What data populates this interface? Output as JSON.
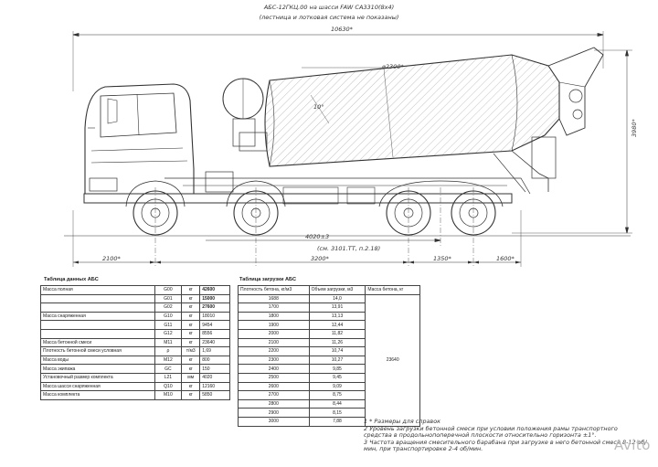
{
  "header": {
    "title": "АБС-12ГКЦ.00 на шасси FAW CA3310(8х4)",
    "subtitle": "(лестница и лотковая система не показаны)"
  },
  "dimensions": {
    "overall_length": "10630*",
    "drum_diameter": "⌀2300*",
    "drum_angle": "10°",
    "height": "3980*",
    "wheelbase": "4020±3",
    "wheelbase_note": "(см. 3101.ТТ, п.2.18)",
    "front_overhang": "2100*",
    "axle_span_1": "3200*",
    "axle_span_2": "1350*",
    "rear_overhang": "1600*"
  },
  "table1": {
    "caption": "Таблица данных АБС",
    "rows": [
      {
        "name": "Масса полная",
        "code": "G00",
        "unit": "кг",
        "value": "42600",
        "bold": true
      },
      {
        "name": "",
        "code": "G01",
        "unit": "кг",
        "value": "15000",
        "bold": true
      },
      {
        "name": "",
        "code": "G02",
        "unit": "кг",
        "value": "27600",
        "bold": true
      },
      {
        "name": "Масса снаряженная",
        "code": "G10",
        "unit": "кг",
        "value": "18010",
        "bold": false
      },
      {
        "name": "",
        "code": "G11",
        "unit": "кг",
        "value": "9454",
        "bold": false
      },
      {
        "name": "",
        "code": "G12",
        "unit": "кг",
        "value": "8556",
        "bold": false
      },
      {
        "name": "Масса бетонной смеси",
        "code": "M11",
        "unit": "кг",
        "value": "23640",
        "bold": false
      },
      {
        "name": "Плотность бетонной смеси условная",
        "code": "ρ",
        "unit": "т/м3",
        "value": "1,69",
        "bold": false
      },
      {
        "name": "Масса воды",
        "code": "M12",
        "unit": "кг",
        "value": "800",
        "bold": false
      },
      {
        "name": "Масса экипажа",
        "code": "GC",
        "unit": "кг",
        "value": "150",
        "bold": false
      },
      {
        "name": "Установочный размер комплекта",
        "code": "L21",
        "unit": "мм",
        "value": "4020",
        "bold": false
      },
      {
        "name": "Масса шасси снаряженная",
        "code": "Q10",
        "unit": "кг",
        "value": "12160",
        "bold": false
      },
      {
        "name": "Масса комплекта",
        "code": "M10",
        "unit": "кг",
        "value": "5850",
        "bold": false
      }
    ]
  },
  "table2": {
    "caption": "Таблица загрузки АБС",
    "headers": [
      "Плотность бетона, кг/м3",
      "Объем загрузки, м3",
      "Масса бетона, кг"
    ],
    "mass_value": "23640",
    "rows": [
      {
        "density": "1688",
        "volume": "14,0"
      },
      {
        "density": "1700",
        "volume": "13,91"
      },
      {
        "density": "1800",
        "volume": "13,13"
      },
      {
        "density": "1900",
        "volume": "12,44"
      },
      {
        "density": "2000",
        "volume": "11,82"
      },
      {
        "density": "2100",
        "volume": "11,26"
      },
      {
        "density": "2200",
        "volume": "10,74"
      },
      {
        "density": "2300",
        "volume": "10,27"
      },
      {
        "density": "2400",
        "volume": "9,85"
      },
      {
        "density": "2500",
        "volume": "9,45"
      },
      {
        "density": "2600",
        "volume": "9,09"
      },
      {
        "density": "2700",
        "volume": "8,75"
      },
      {
        "density": "2800",
        "volume": "8,44"
      },
      {
        "density": "2900",
        "volume": "8,15"
      },
      {
        "density": "3000",
        "volume": "7,88"
      }
    ]
  },
  "notes": [
    "1 * Размеры для справок",
    "2 Уровень загрузки бетонной смеси при условии положения рамы транспортного средства в продольнопоперечной плоскости относительно горизонта ±1°.",
    "3 Частота вращения смесительного барабана при загрузке в него бетонной смеси 8-12 об/мин, при транспортировке 2-4 об/мин."
  ],
  "watermark": "Avito"
}
